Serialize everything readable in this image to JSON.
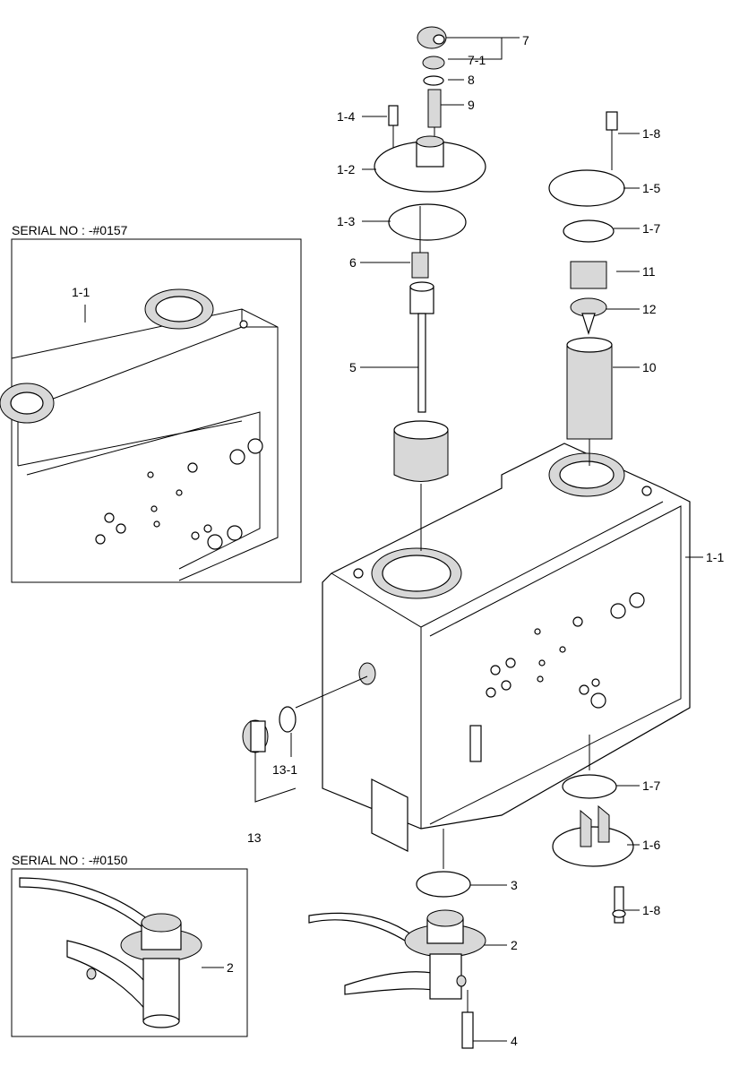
{
  "labels": {
    "p7": "7",
    "p7_1": "7-1",
    "p8": "8",
    "p9": "9",
    "p1_4": "1-4",
    "p1_2": "1-2",
    "p1_3": "1-3",
    "p6": "6",
    "p5": "5",
    "p1_8_top": "1-8",
    "p1_5": "1-5",
    "p1_7_top": "1-7",
    "p11": "11",
    "p12": "12",
    "p10": "10",
    "p1_1": "1-1",
    "p13_1": "13-1",
    "p13": "13",
    "p1_7_bottom": "1-7",
    "p1_6": "1-6",
    "p1_8_bottom": "1-8",
    "p3": "3",
    "p2": "2",
    "p4": "4"
  },
  "insets": [
    {
      "title": "SERIAL NO : -#0157",
      "label": "1-1"
    },
    {
      "title": "SERIAL NO : -#0150",
      "label": "2"
    }
  ]
}
